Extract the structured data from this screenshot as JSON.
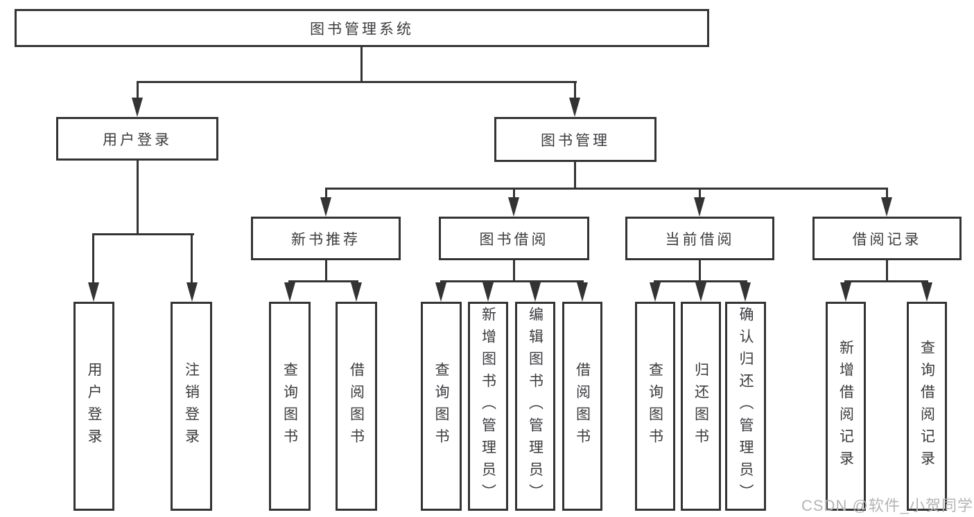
{
  "watermark": "CSDN @软件_小贺同学",
  "colors": {
    "line": "#333333",
    "box_border": "#333333",
    "box_background": "#ffffff",
    "text": "#3b3b40",
    "watermark": "#b4b4b4",
    "page_background": "#ffffff"
  },
  "chart_type": "hierarchy-diagram",
  "tree": {
    "root": {
      "label": "图书管理系统"
    },
    "children": [
      {
        "label": "用户登录",
        "children": [
          {
            "label": "用户登录"
          },
          {
            "label": "注销登录"
          }
        ]
      },
      {
        "label": "图书管理",
        "children": [
          {
            "label": "新书推荐",
            "children": [
              {
                "label": "查询图书"
              },
              {
                "label": "借阅图书"
              }
            ]
          },
          {
            "label": "图书借阅",
            "children": [
              {
                "label": "查询图书"
              },
              {
                "label": "新增图书（管理员）"
              },
              {
                "label": "编辑图书（管理员）"
              },
              {
                "label": "借阅图书"
              }
            ]
          },
          {
            "label": "当前借阅",
            "children": [
              {
                "label": "查询图书"
              },
              {
                "label": "归还图书"
              },
              {
                "label": "确认归还（管理员）"
              }
            ]
          },
          {
            "label": "借阅记录",
            "children": [
              {
                "label": "新增借阅记录"
              },
              {
                "label": "查询借阅记录"
              }
            ]
          }
        ]
      }
    ]
  }
}
